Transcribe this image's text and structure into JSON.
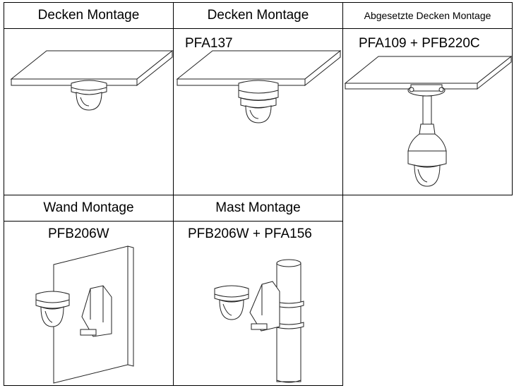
{
  "panels": [
    {
      "title": "Decken Montage",
      "model": ""
    },
    {
      "title": "Decken Montage",
      "model": "PFA137"
    },
    {
      "title": "Abgesetzte Decken Montage",
      "model": "PFA109 + PFB220C"
    },
    {
      "title": "Wand Montage",
      "model": "PFB206W"
    },
    {
      "title": "Mast Montage",
      "model": "PFB206W + PFA156"
    }
  ]
}
